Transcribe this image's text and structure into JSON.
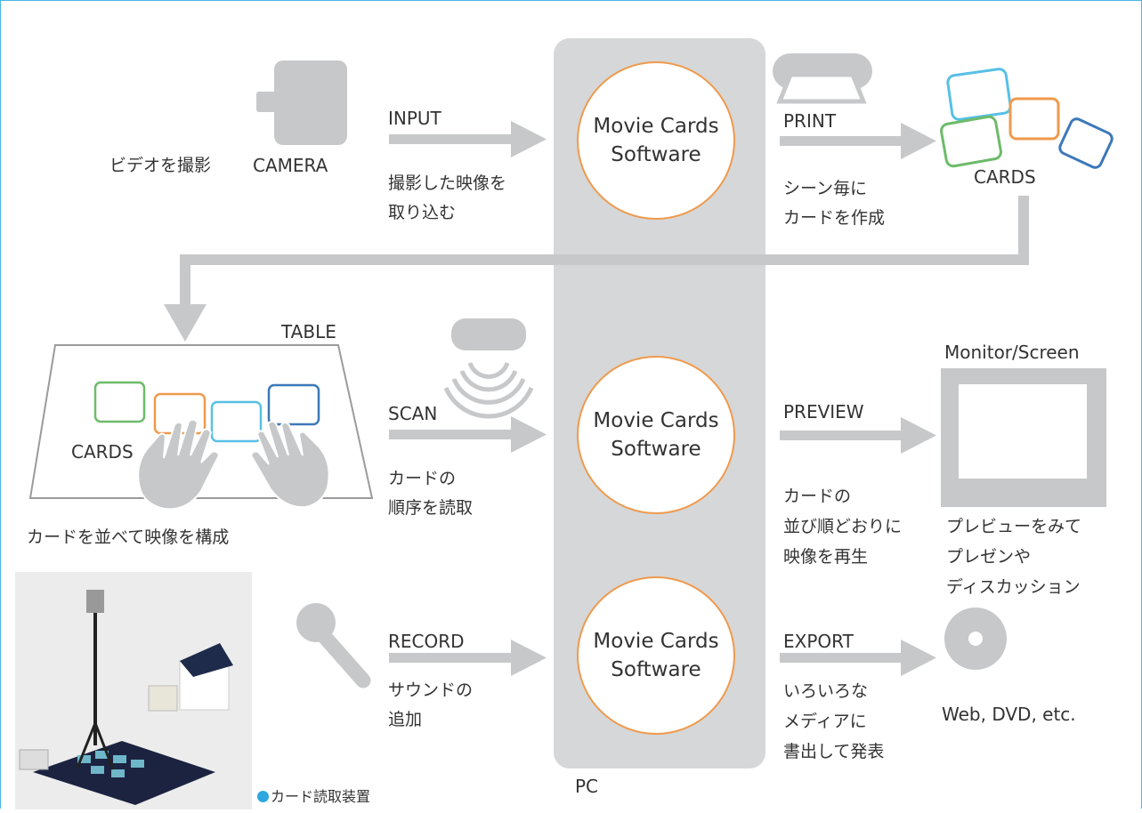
{
  "colors": {
    "gray": "#c7c8c9",
    "pc_bg": "#d6d7d8",
    "orange": "#ef9a4d",
    "blue_accent": "#2ea7e0",
    "frame": "#49b6e6"
  },
  "left": {
    "video": "ビデオを撮影",
    "camera": "CAMERA",
    "table": "TABLE",
    "cards_on_table": "CARDS",
    "arrange": "カードを並べて映像を構成",
    "photo_caption": "カード読取装置"
  },
  "flows": {
    "input": {
      "label": "INPUT",
      "desc": "撮影した映像を\n取り込む"
    },
    "scan": {
      "label": "SCAN",
      "desc": "カードの\n順序を読取"
    },
    "record": {
      "label": "RECORD",
      "desc": "サウンドの\n追加"
    },
    "print": {
      "label": "PRINT",
      "desc": "シーン毎に\nカードを作成"
    },
    "preview": {
      "label": "PREVIEW",
      "desc": "カードの\n並び順どおりに\n映像を再生"
    },
    "export": {
      "label": "EXPORT",
      "desc": "いろいろな\nメディアに\n書出して発表"
    }
  },
  "pc": {
    "label": "PC",
    "software": [
      "Movie Cards\nSoftware",
      "Movie Cards\nSoftware",
      "Movie Cards\nSoftware"
    ]
  },
  "right": {
    "cards": "CARDS",
    "monitor": "Monitor/Screen",
    "preview_desc": "プレビューをみて\nプレゼンや\nディスカッション",
    "media": "Web, DVD, etc."
  },
  "icons": [
    "camera-icon",
    "printer-icon",
    "scanner-icon",
    "microphone-icon",
    "disc-icon",
    "hand-icon",
    "monitor-icon"
  ]
}
